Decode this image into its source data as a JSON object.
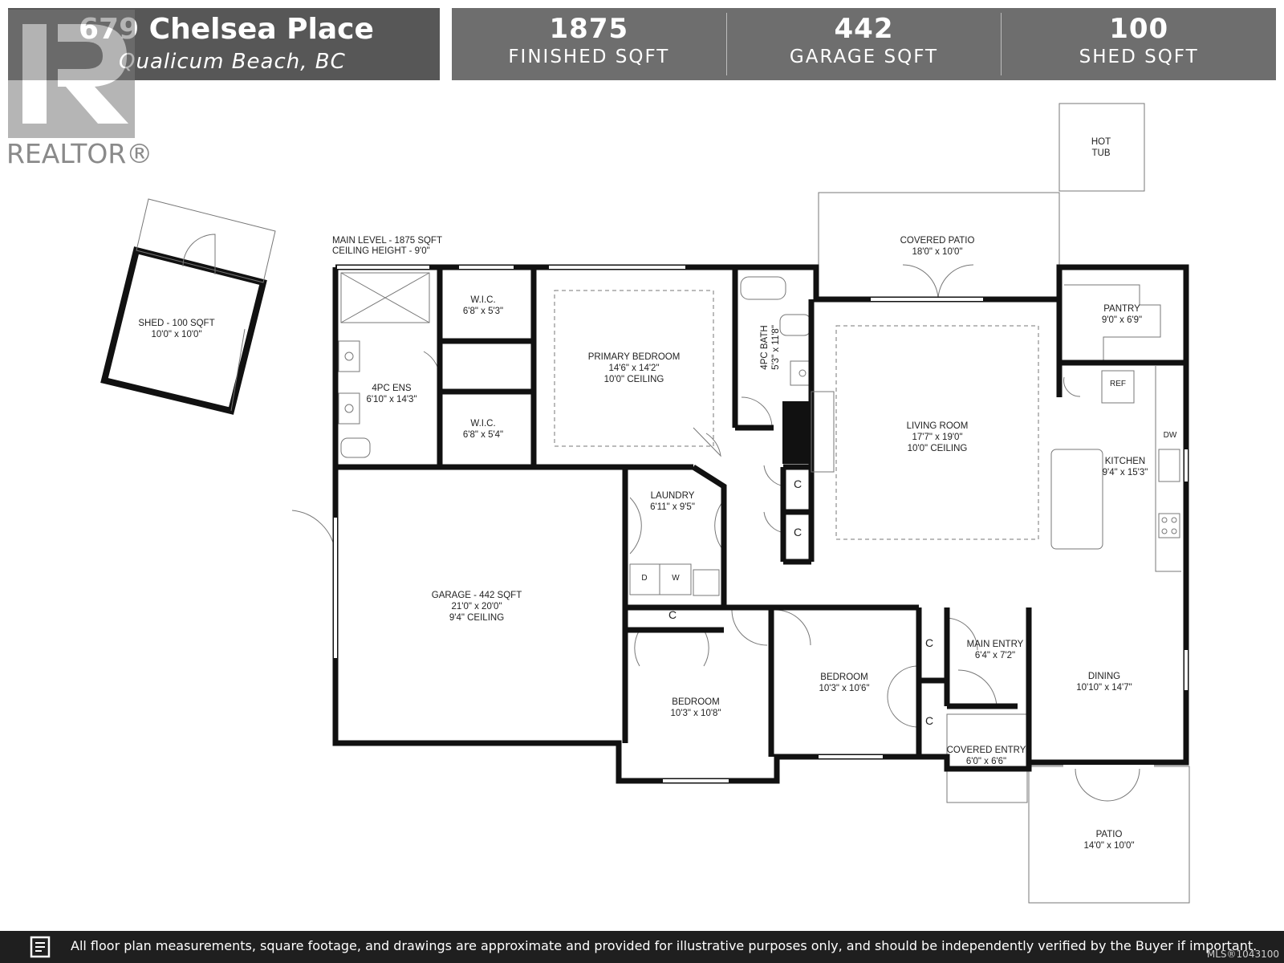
{
  "header": {
    "street": "679 Chelsea Place",
    "city": "Qualicum Beach, BC",
    "stats": [
      {
        "value": "1875",
        "label": "FINISHED SQFT"
      },
      {
        "value": "442",
        "label": "GARAGE SQFT"
      },
      {
        "value": "100",
        "label": "SHED SQFT"
      }
    ]
  },
  "brand": {
    "logo_text": "REALTOR®",
    "logo_icon": "realtor-r-icon"
  },
  "plan": {
    "level_title": "MAIN LEVEL - 1875 SQFT",
    "level_ceiling": "CEILING HEIGHT - 9'0\"",
    "rooms": {
      "hot_tub": [
        "HOT",
        "TUB"
      ],
      "covered_patio": [
        "COVERED PATIO",
        "18'0\" x 10'0\""
      ],
      "shed": [
        "SHED - 100 SQFT",
        "10'0\" x 10'0\""
      ],
      "wic_top": [
        "W.I.C.",
        "6'8\" x 5'3\""
      ],
      "wic_bottom": [
        "W.I.C.",
        "6'8\" x 5'4\""
      ],
      "ensuite": [
        "4PC ENS",
        "6'10\" x 14'3\""
      ],
      "primary_bedroom": [
        "PRIMARY BEDROOM",
        "14'6\" x 14'2\"",
        "10'0\" CEILING"
      ],
      "bath": [
        "4PC BATH",
        "5'3\" x 11'8\""
      ],
      "pantry": [
        "PANTRY",
        "9'0\" x 6'9\""
      ],
      "living_room": [
        "LIVING ROOM",
        "17'7\" x 19'0\"",
        "10'0\" CEILING"
      ],
      "kitchen": [
        "KITCHEN",
        "9'4\" x 15'3\""
      ],
      "laundry": [
        "LAUNDRY",
        "6'11\" x 9'5\""
      ],
      "garage": [
        "GARAGE - 442 SQFT",
        "21'0\" x 20'0\"",
        "9'4\" CEILING"
      ],
      "bedroom_1": [
        "BEDROOM",
        "10'3\" x 10'8\""
      ],
      "bedroom_2": [
        "BEDROOM",
        "10'3\" x 10'6\""
      ],
      "main_entry": [
        "MAIN ENTRY",
        "6'4\" x 7'2\""
      ],
      "dining": [
        "DINING",
        "10'10\" x 14'7\""
      ],
      "covered_entry": [
        "COVERED ENTRY",
        "6'0\" x 6'6\""
      ],
      "patio": [
        "PATIO",
        "14'0\" x 10'0\""
      ]
    },
    "fixtures": {
      "closet": "C",
      "fridge": "REF",
      "dishwasher": "DW",
      "dryer": "D",
      "washer": "W"
    }
  },
  "footer": {
    "disclaimer": "All floor plan measurements, square footage, and drawings are approximate and provided for illustrative purposes only, and should be independently verified by the Buyer if important.",
    "mls": "MLS®1043100",
    "icon": "document-icon"
  }
}
